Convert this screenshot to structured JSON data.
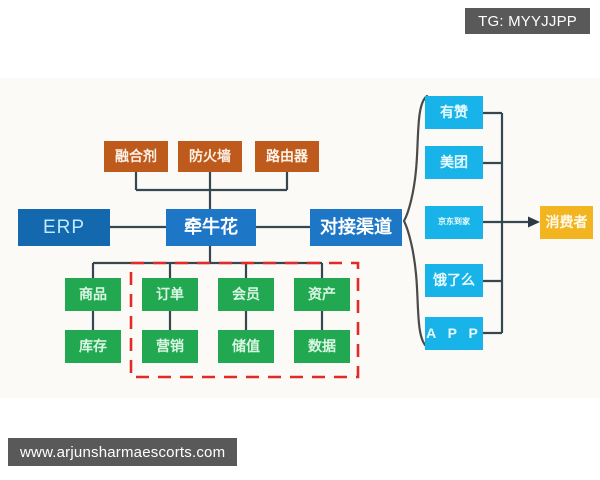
{
  "watermarks": {
    "telegram": "TG: MYYJJPP",
    "site": "www.arjunsharmaescorts.com"
  },
  "colors": {
    "background": "#ffffff",
    "panel": "#fbfaf6",
    "orange_node": "#bf5a1d",
    "erp_node": "#1468ad",
    "blue_node": "#1e76c6",
    "green_node": "#22a851",
    "cyan_node": "#18b3e8",
    "amber_node": "#f2b520",
    "connector": "#37474f",
    "dashed_outline": "#e02b28",
    "watermark_chip": "#595959"
  },
  "diagram": {
    "infra_row": [
      {
        "label": "融合剂"
      },
      {
        "label": "防火墙"
      },
      {
        "label": "路由器"
      }
    ],
    "core_row": [
      {
        "label": "ERP"
      },
      {
        "label": "牵牛花"
      },
      {
        "label": "对接渠道"
      }
    ],
    "modules": [
      {
        "top": "商品",
        "bottom": "库存"
      },
      {
        "top": "订单",
        "bottom": "营销"
      },
      {
        "top": "会员",
        "bottom": "储值"
      },
      {
        "top": "资产",
        "bottom": "数据"
      }
    ],
    "channels": [
      {
        "label": "有赞"
      },
      {
        "label": "美团"
      },
      {
        "label": "京东到家"
      },
      {
        "label": "饿了么"
      },
      {
        "label": "A P P"
      }
    ],
    "endpoint": {
      "label": "消费者"
    }
  }
}
